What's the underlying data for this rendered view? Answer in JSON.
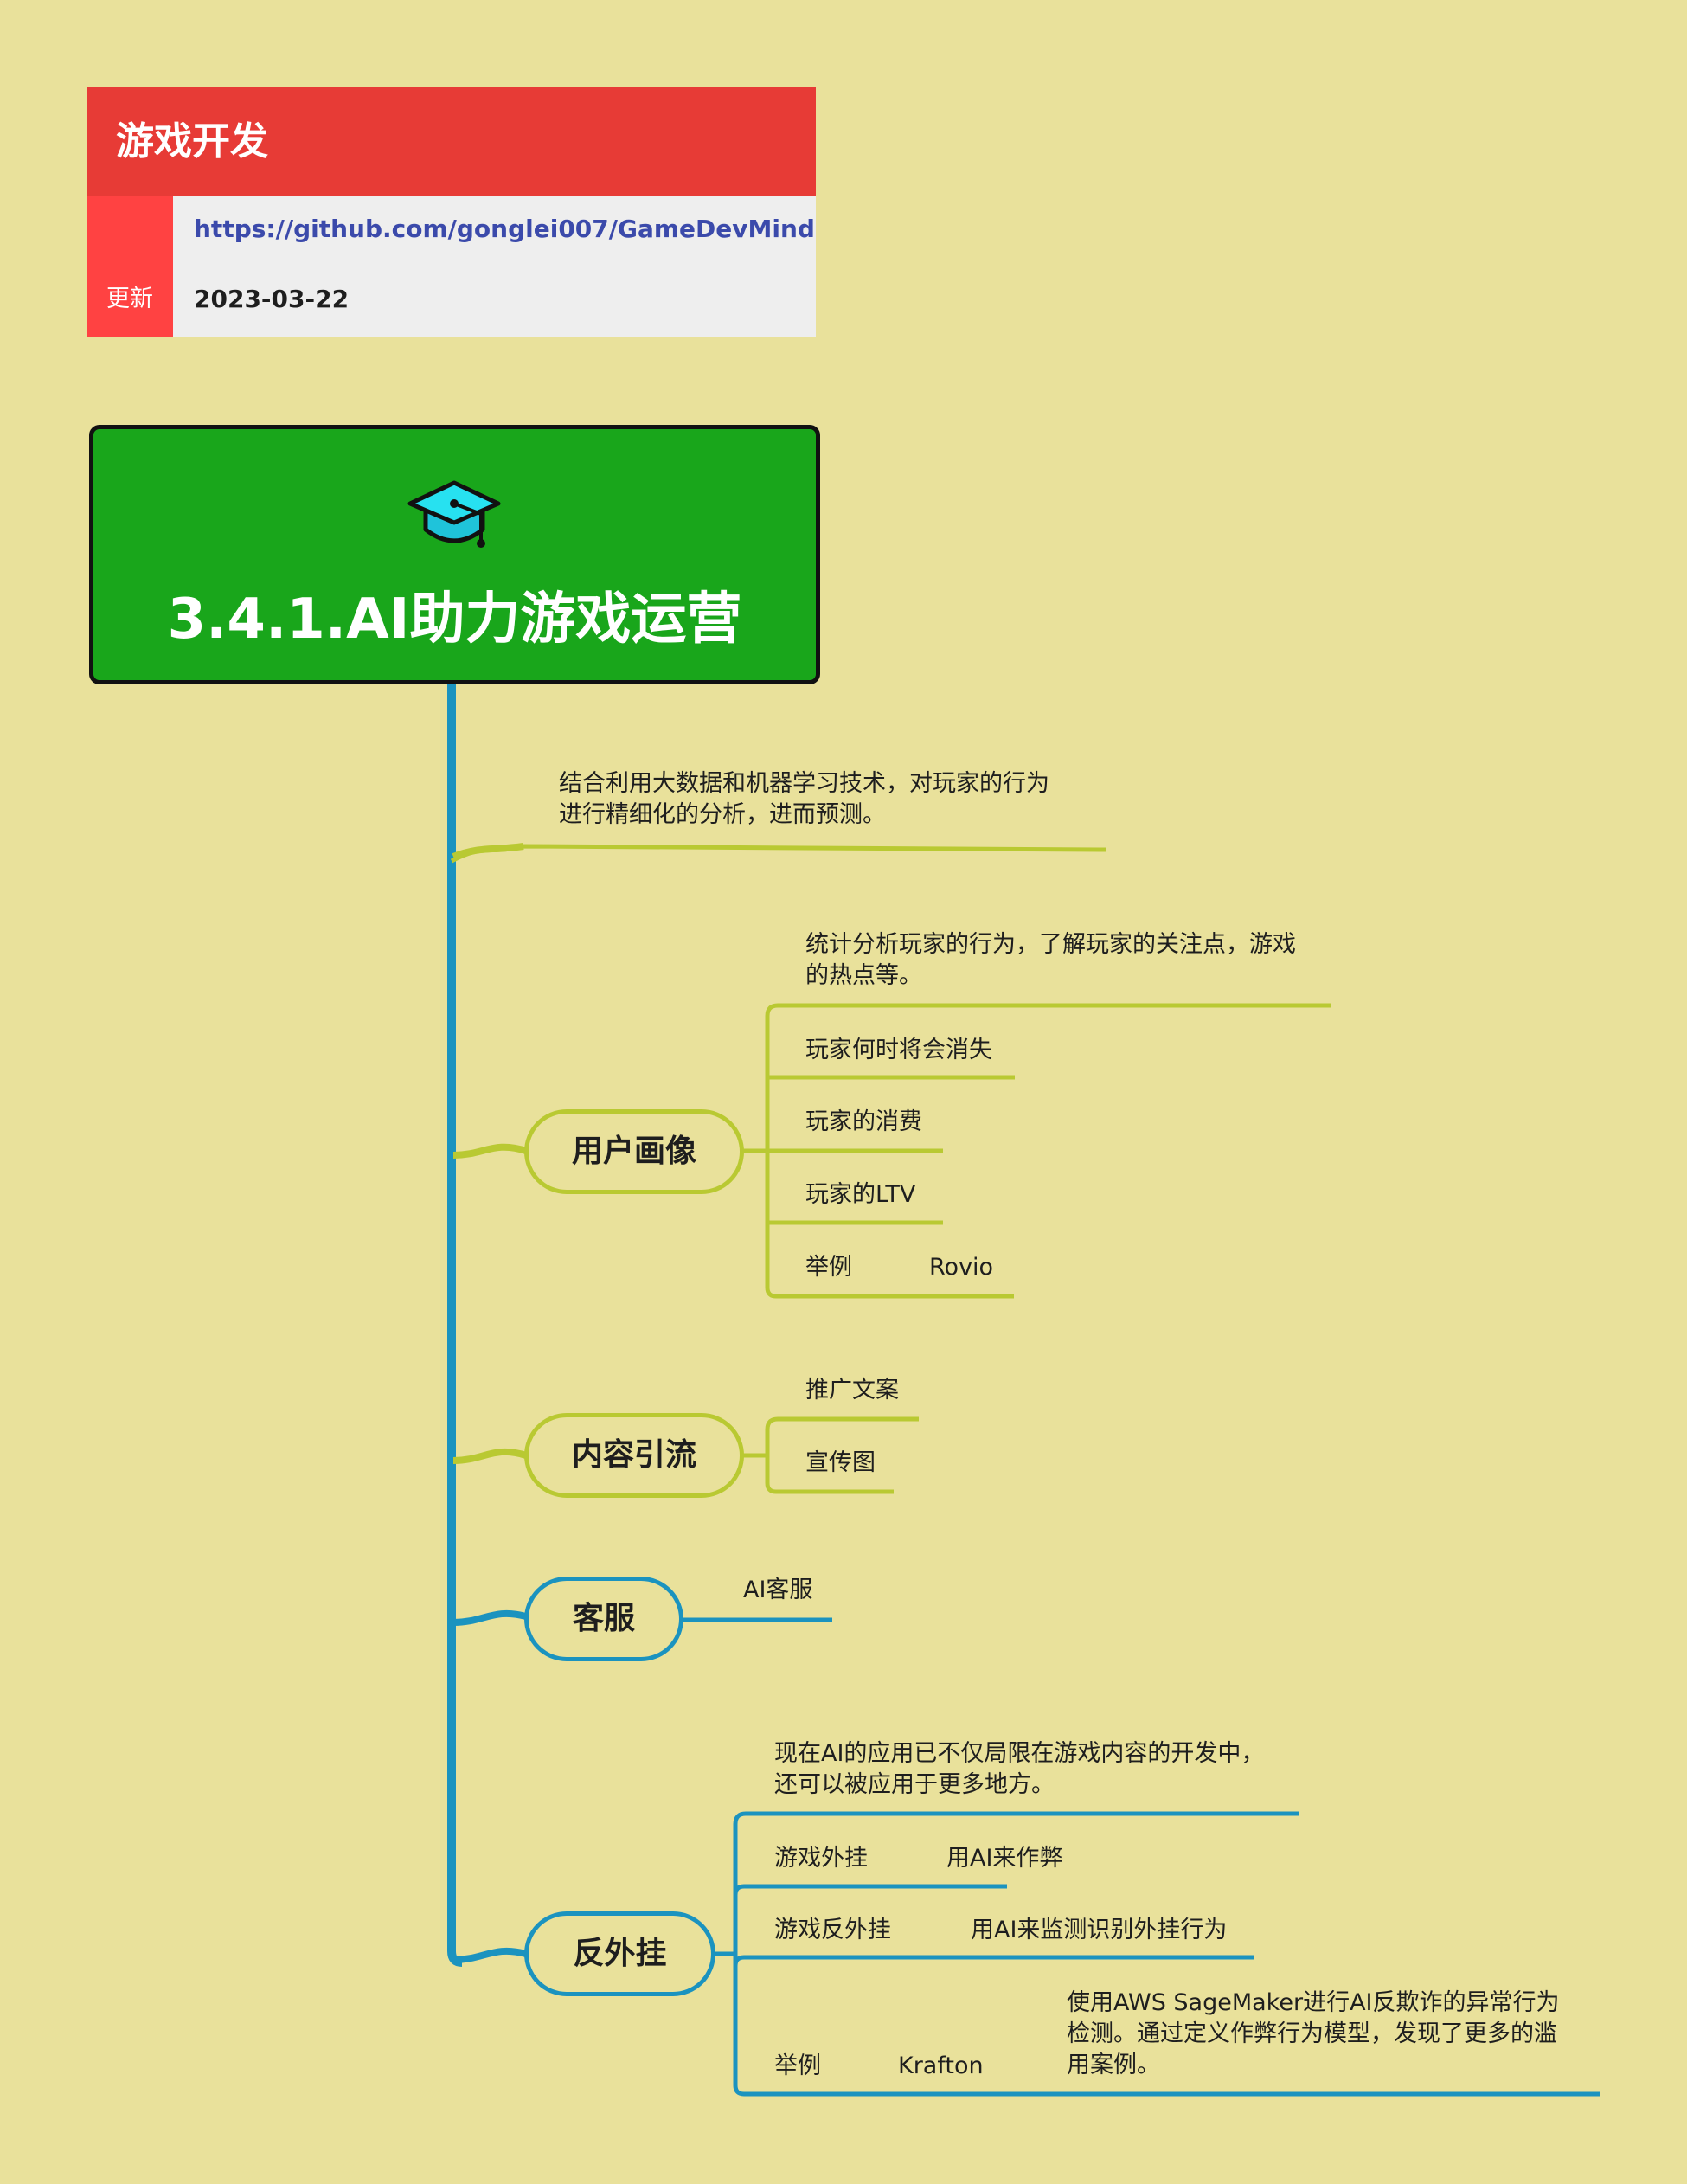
{
  "header": {
    "title": "游戏开发",
    "link": "https://github.com/gonglei007/GameDevMind",
    "update_label": "更新",
    "update_date": "2023-03-22"
  },
  "root": {
    "icon": "graduation-cap-icon",
    "title": "3.4.1.AI助力游戏运营"
  },
  "intro": {
    "line1": "结合利用大数据和机器学习技术，对玩家的行为",
    "line2": "进行精细化的分析，进而预测。"
  },
  "branches": {
    "user_profile": {
      "label": "用户画像",
      "note_line1": "统计分析玩家的行为，了解玩家的关注点，游戏",
      "note_line2": "的热点等。",
      "items": [
        "玩家何时将会消失",
        "玩家的消费",
        "玩家的LTV"
      ],
      "example_label": "举例",
      "example_value": "Rovio"
    },
    "content": {
      "label": "内容引流",
      "items": [
        "推广文案",
        "宣传图"
      ]
    },
    "service": {
      "label": "客服",
      "item": "AI客服"
    },
    "anticheat": {
      "label": "反外挂",
      "note_line1": "现在AI的应用已不仅局限在游戏内容的开发中，",
      "note_line2": "还可以被应用于更多地方。",
      "cheat_label": "游戏外挂",
      "cheat_value": "用AI来作弊",
      "anti_label": "游戏反外挂",
      "anti_value": "用AI来监测识别外挂行为",
      "example_label": "举例",
      "example_value": "Krafton",
      "example_note_line1": "使用AWS SageMaker进行AI反欺诈的异常行为",
      "example_note_line2": "检测。通过定义作弊行为模型，发现了更多的滥",
      "example_note_line3": "用案例。"
    }
  },
  "colors": {
    "background": "#e9e19b",
    "header_red": "#e73b36",
    "root_green": "#19a61b",
    "trunk_blue": "#1b93bf",
    "olive": "#b9c932",
    "link_blue": "#3b4aab"
  }
}
